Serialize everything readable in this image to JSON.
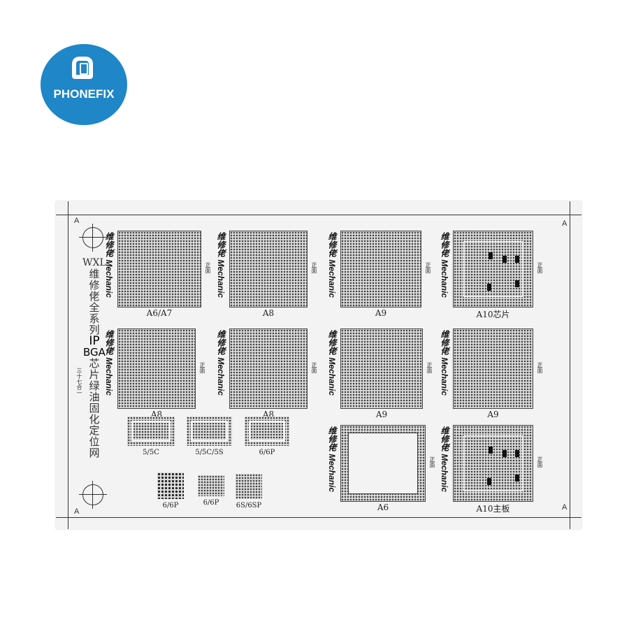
{
  "logo": {
    "brand": "PHONEFIX"
  },
  "stencil": {
    "corner_mark": "A",
    "title_latin": "WXL",
    "title_cn1": "维修佬全系列",
    "title_ip": "IP",
    "title_bga": "BGA",
    "title_cn2": "芯片绿油固化定位网",
    "subtitle": "三十七合一",
    "brand_text": "维修佬 Mechanic",
    "front_text": "正面",
    "chips": [
      {
        "label": "A6/A7"
      },
      {
        "label": "A8"
      },
      {
        "label": "A9"
      },
      {
        "label": "A10芯片"
      },
      {
        "label": "A8"
      },
      {
        "label": "A8"
      },
      {
        "label": "A9"
      },
      {
        "label": "A9"
      },
      {
        "label": "A6"
      },
      {
        "label": "A10主板"
      }
    ],
    "small_chips": [
      {
        "label": "5/5C"
      },
      {
        "label": "5/5C/5S"
      },
      {
        "label": "6/6P"
      },
      {
        "label": "6/6P"
      },
      {
        "label": "6/6P"
      },
      {
        "label": "6S/6SP"
      }
    ]
  }
}
